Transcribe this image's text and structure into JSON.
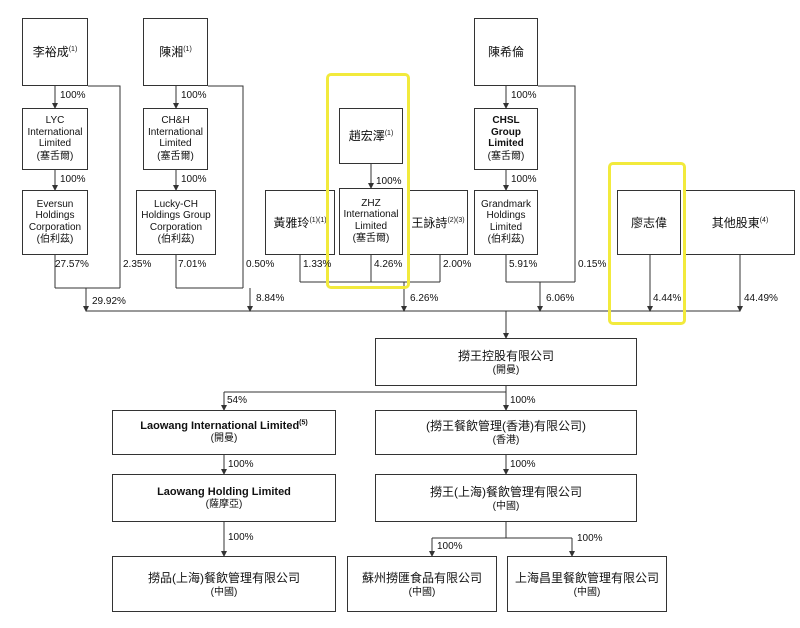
{
  "highlight_color": "#f2ea3c",
  "line_color": "#333333",
  "persons": {
    "li": {
      "name": "李裕成",
      "note": "(1)"
    },
    "chen_xiang": {
      "name": "陳湘",
      "note": "(1)"
    },
    "chen_xilun": {
      "name": "陳希倫",
      "note": ""
    },
    "zhao": {
      "name": "趙宏澤",
      "note": "(1)"
    },
    "huang": {
      "name": "黃雅玲",
      "note": "(1)(1)"
    },
    "wang": {
      "name": "王詠詩",
      "note": "(2)(3)"
    },
    "liao": {
      "name": "廖志偉",
      "note": ""
    },
    "others": {
      "name": "其他股東",
      "note": "(4)"
    }
  },
  "companies": {
    "lyc": {
      "lines": [
        "LYC",
        "International",
        "Limited"
      ],
      "juris": "(塞舌爾)"
    },
    "eversun": {
      "lines": [
        "Eversun",
        "Holdings",
        "Corporation"
      ],
      "juris": "(伯利茲)"
    },
    "chh": {
      "lines": [
        "CH&H",
        "International",
        "Limited"
      ],
      "juris": "(塞舌爾)"
    },
    "lucky": {
      "lines": [
        "Lucky-CH",
        "Holdings Group",
        "Corporation"
      ],
      "juris": "(伯利茲)"
    },
    "zhz": {
      "lines": [
        "ZHZ",
        "International",
        "Limited"
      ],
      "juris": "(塞舌爾)"
    },
    "chsl": {
      "lines": [
        "CHSL",
        "Group",
        "Limited"
      ],
      "juris": "(塞舌爾)"
    },
    "grandmark": {
      "lines": [
        "Grandmark",
        "Holdings",
        "Limited"
      ],
      "juris": "(伯利茲)"
    },
    "holding": {
      "name": "撈王控股有限公司",
      "juris": "(開曼)"
    },
    "lw_intl": {
      "name": "Laowang International Limited",
      "note": "(5)",
      "juris": "(開曼)"
    },
    "hk": {
      "name": "(撈王餐飲管理(香港)有限公司)",
      "juris": "(香港)"
    },
    "lw_hold": {
      "name": "Laowang Holding Limited",
      "juris": "(薩摩亞)"
    },
    "sh_mgmt": {
      "name": "撈王(上海)餐飲管理有限公司",
      "juris": "(中國)"
    },
    "laopin": {
      "name": "撈品(上海)餐飲管理有限公司",
      "juris": "(中國)"
    },
    "suzhou": {
      "name": "蘇州撈匯食品有限公司",
      "juris": "(中國)"
    },
    "changli": {
      "name": "上海昌里餐飲管理有限公司",
      "juris": "(中國)"
    }
  },
  "percentages": {
    "li_lyc": "100%",
    "lyc_eversun": "100%",
    "li_direct": "2.35%",
    "eversun_pct": "27.57%",
    "group1_total": "29.92%",
    "chen_chh": "100%",
    "chh_lucky": "100%",
    "lucky_pct": "7.01%",
    "chen_direct": "0.50%",
    "group2_total": "8.84%",
    "huang_pct": "1.33%",
    "zhao_zhz": "100%",
    "zhz_pct": "4.26%",
    "wang_pct": "2.00%",
    "group3_total": "6.26%",
    "chenxl_chsl": "100%",
    "chsl_grandmark": "100%",
    "grandmark_pct": "5.91%",
    "chenxl_direct": "0.15%",
    "group4_total": "6.06%",
    "liao_pct": "4.44%",
    "others_pct": "44.49%",
    "to_lw_intl": "54%",
    "to_hk": "100%",
    "lw_intl_lw_hold": "100%",
    "hk_sh": "100%",
    "lw_hold_laopin": "100%",
    "sh_suzhou": "100%",
    "sh_changli": "100%"
  }
}
